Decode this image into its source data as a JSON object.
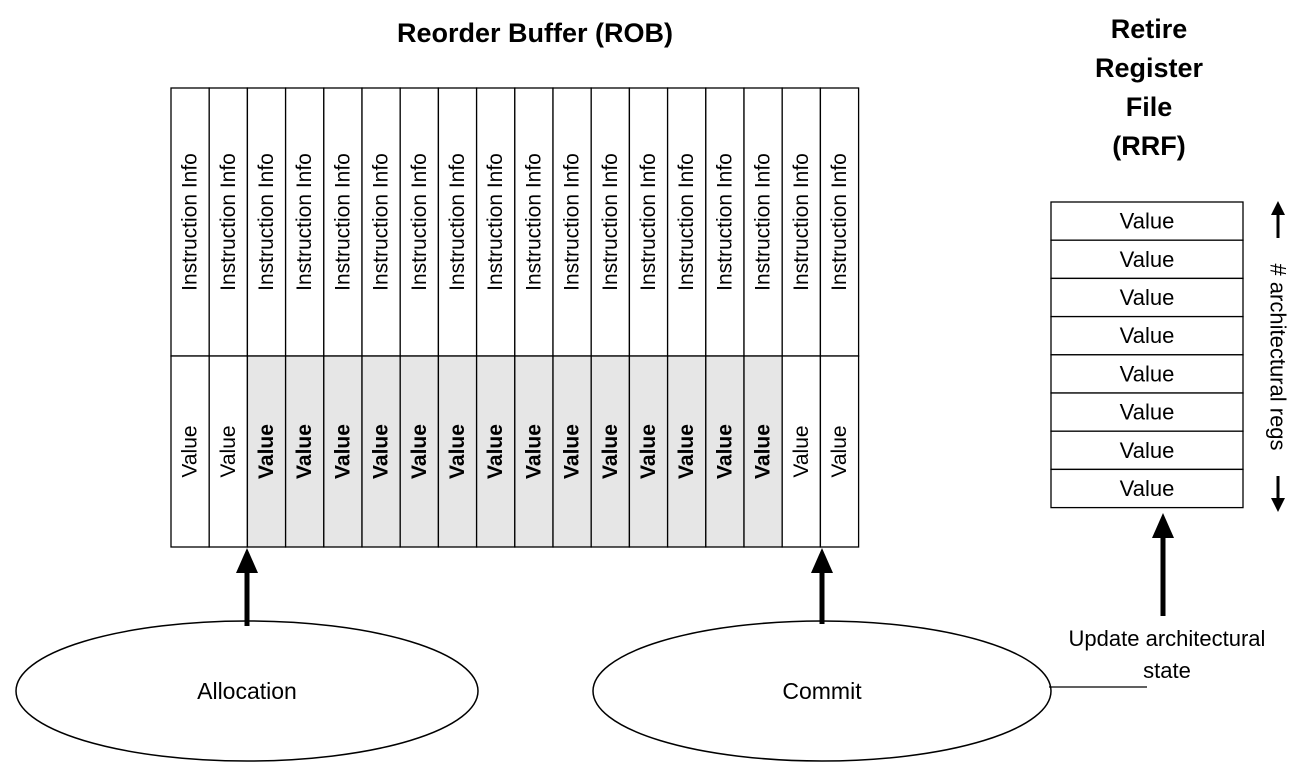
{
  "rob": {
    "title": "Reorder Buffer (ROB)",
    "columns": [
      {
        "info": "Instruction Info",
        "value": "Value",
        "active": false
      },
      {
        "info": "Instruction Info",
        "value": "Value",
        "active": false
      },
      {
        "info": "Instruction Info",
        "value": "Value",
        "active": true
      },
      {
        "info": "Instruction Info",
        "value": "Value",
        "active": true
      },
      {
        "info": "Instruction Info",
        "value": "Value",
        "active": true
      },
      {
        "info": "Instruction Info",
        "value": "Value",
        "active": true
      },
      {
        "info": "Instruction Info",
        "value": "Value",
        "active": true
      },
      {
        "info": "Instruction Info",
        "value": "Value",
        "active": true
      },
      {
        "info": "Instruction Info",
        "value": "Value",
        "active": true
      },
      {
        "info": "Instruction Info",
        "value": "Value",
        "active": true
      },
      {
        "info": "Instruction Info",
        "value": "Value",
        "active": true
      },
      {
        "info": "Instruction Info",
        "value": "Value",
        "active": true
      },
      {
        "info": "Instruction Info",
        "value": "Value",
        "active": true
      },
      {
        "info": "Instruction Info",
        "value": "Value",
        "active": true
      },
      {
        "info": "Instruction Info",
        "value": "Value",
        "active": true
      },
      {
        "info": "Instruction Info",
        "value": "Value",
        "active": true
      },
      {
        "info": "Instruction Info",
        "value": "Value",
        "active": false
      },
      {
        "info": "Instruction Info",
        "value": "Value",
        "active": false
      }
    ],
    "active_fill": "#e6e6e6"
  },
  "rrf": {
    "title_lines": [
      "Retire",
      "Register",
      "File",
      "(RRF)"
    ],
    "values": [
      "Value",
      "Value",
      "Value",
      "Value",
      "Value",
      "Value",
      "Value",
      "Value"
    ],
    "size_label": "# architectural regs"
  },
  "stages": {
    "allocation": "Allocation",
    "commit": "Commit",
    "update_lines": [
      "Update architectural",
      "state"
    ]
  }
}
